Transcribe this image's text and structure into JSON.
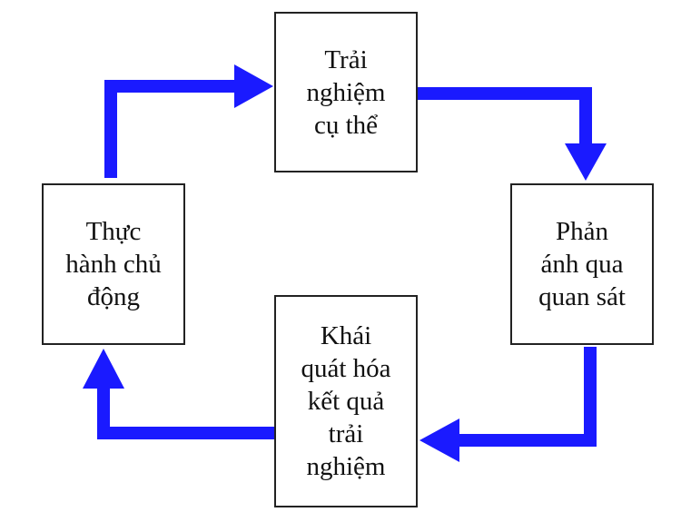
{
  "diagram": {
    "nodes": [
      {
        "id": "concrete-experience",
        "label": "Trải\nnghiệm\ncụ thể"
      },
      {
        "id": "reflective-observation",
        "label": "Phản\nánh qua\nquan sát"
      },
      {
        "id": "abstract-conceptualization",
        "label": "Khái\nquát hóa\nkết quả\ntrải\nnghiệm"
      },
      {
        "id": "active-experimentation",
        "label": "Thực\nhành chủ\nđộng"
      }
    ],
    "edges": [
      {
        "from": "active-experimentation",
        "to": "concrete-experience"
      },
      {
        "from": "concrete-experience",
        "to": "reflective-observation"
      },
      {
        "from": "reflective-observation",
        "to": "abstract-conceptualization"
      },
      {
        "from": "abstract-conceptualization",
        "to": "active-experimentation"
      }
    ],
    "colors": {
      "arrow": "#1a1aff",
      "box_border": "#222222",
      "text": "#111111"
    }
  }
}
